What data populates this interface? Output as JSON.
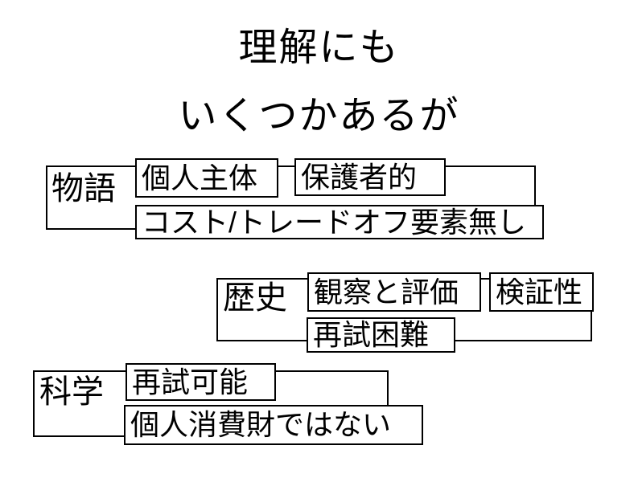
{
  "title": {
    "line1": "理解にも",
    "line2": "いくつかあるが"
  },
  "groups": [
    {
      "label": "物語",
      "boxes": [
        "個人主体",
        "保護者的",
        "コスト/トレードオフ要素無し"
      ]
    },
    {
      "label": "歴史",
      "boxes": [
        "観察と評価",
        "検証性",
        "再試困難"
      ]
    },
    {
      "label": "科学",
      "boxes": [
        "再試可能",
        "個人消費財ではない"
      ]
    }
  ],
  "colors": {
    "background": "#ffffff",
    "border": "#000000",
    "text": "#000000"
  }
}
